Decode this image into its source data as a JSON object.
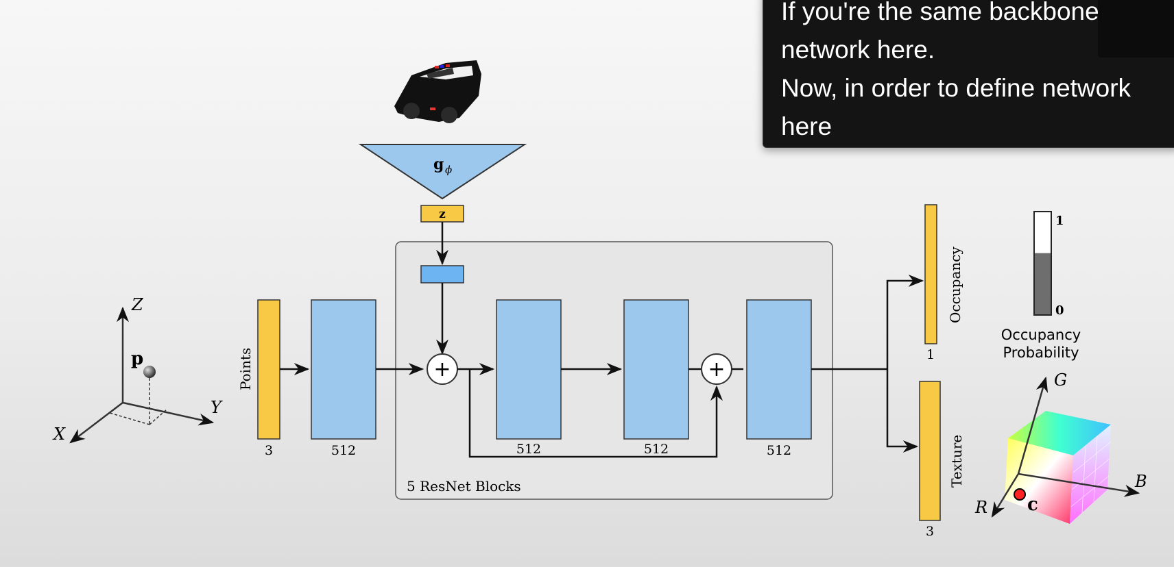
{
  "caption": {
    "lines": [
      "If you're the same backbone",
      "network here.",
      "Now, in order to define network",
      "here"
    ]
  },
  "diagram": {
    "encoder_label": "g",
    "encoder_subscript": "ϕ",
    "latent_label": "z",
    "points_label": "Points",
    "points_dim": "3",
    "fc_dim": "512",
    "block_dims": [
      "512",
      "512",
      "512"
    ],
    "block_group_label": "5 ResNet Blocks",
    "plus_symbol": "+",
    "occupancy_label": "Occupancy",
    "occupancy_dim": "1",
    "texture_label": "Texture",
    "texture_dim": "3",
    "occupancy_prob": {
      "label_line1": "Occupancy",
      "label_line2": "Probability",
      "max_label": "1",
      "min_label": "0",
      "level": 0.6
    },
    "coord_axes": {
      "z": "Z",
      "y": "Y",
      "x": "X",
      "point": "p"
    },
    "color_axes": {
      "g": "G",
      "b": "B",
      "r": "R",
      "point": "c"
    }
  },
  "colors": {
    "yellow": "#f8c945",
    "blue": "#9dc8ee",
    "group_bg": "#e6e6e6",
    "caption_bg": "#141414"
  }
}
